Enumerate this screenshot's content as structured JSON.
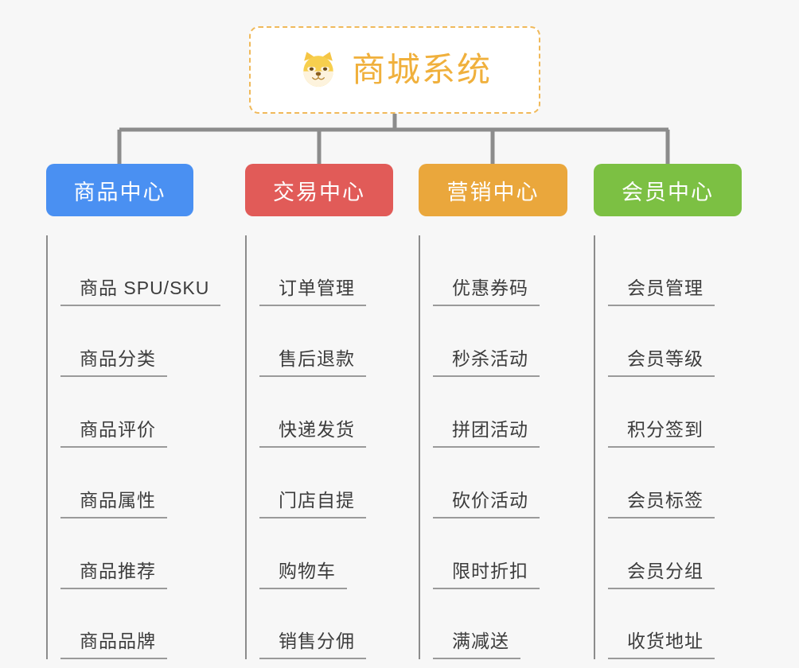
{
  "page": {
    "background_color": "#f7f7f7",
    "diagram_type": "organization-tree"
  },
  "root": {
    "title": "商城系统",
    "icon": "shiba-dog-face-icon",
    "text_color": "#f0b03c",
    "border_color": "#f0b95a",
    "border_style": "dashed",
    "background_color": "#ffffff"
  },
  "branches": [
    {
      "label": "商品中心",
      "color": "#4a90f2",
      "items": [
        "商品 SPU/SKU",
        "商品分类",
        "商品评价",
        "商品属性",
        "商品推荐",
        "商品品牌"
      ]
    },
    {
      "label": "交易中心",
      "color": "#e15b58",
      "items": [
        "订单管理",
        "售后退款",
        "快递发货",
        "门店自提",
        "购物车",
        "销售分佣"
      ]
    },
    {
      "label": "营销中心",
      "color": "#eaa73c",
      "items": [
        "优惠券码",
        "秒杀活动",
        "拼团活动",
        "砍价活动",
        "限时折扣",
        "满减送"
      ]
    },
    {
      "label": "会员中心",
      "color": "#7cc043",
      "items": [
        "会员管理",
        "会员等级",
        "积分签到",
        "会员标签",
        "会员分组",
        "收货地址"
      ]
    }
  ],
  "connector": {
    "color": "#8c8c8c"
  }
}
